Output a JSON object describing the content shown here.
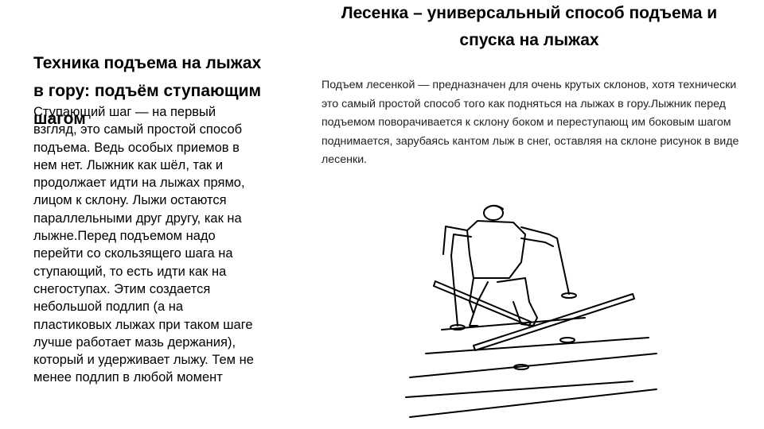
{
  "left": {
    "title": "Техника подъема на лыжах в гору: подъём ступающим шагом",
    "body": "Ступающий шаг — на первый взгляд, это самый простой способ подъема. Ведь особых приемов в нем нет. Лыжник как шёл, так и продолжает идти на лыжах прямо, лицом к склону. Лыжи остаются параллельными друг другу, как на лыжне.Перед подъемом надо перейти со скользящего шага на ступающий, то есть идти как на снегоступах. Этим создается небольшой подлип (а на пластиковых лыжах при таком шаге лучше работает мазь держания), который и удерживает лыжу. Тем не менее подлип в любой момент"
  },
  "right": {
    "title": "Лесенка – универсальный способ подъема и спуска на лыжах",
    "body": "Подъем лесенкой — предназначен для очень крутых склонов, хотя технически это самый простой способ того как подняться на лыжах в гору.Лыжник перед подъемом поворачивается к склону боком и переступающ им боковым шагом поднимается, зарубаясь кантом лыж в снег, оставляя на склоне рисунок в виде лесенки."
  },
  "illustration": {
    "icon": "skier-ladder-climb-icon"
  }
}
